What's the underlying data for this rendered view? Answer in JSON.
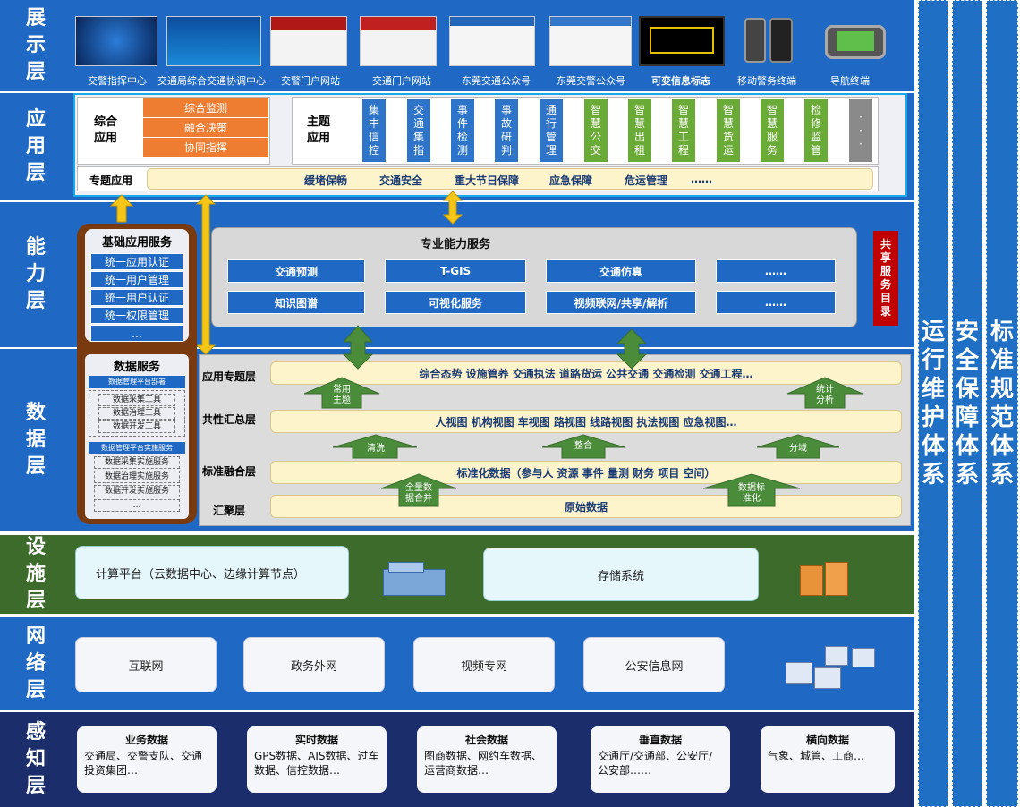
{
  "layers": {
    "display": "展\n示\n层",
    "app": "应\n用\n层",
    "ability": "能\n力\n层",
    "data": "数\n据\n层",
    "facility": "设\n施\n层",
    "network": "网\n络\n层",
    "sense": "感\n知\n层"
  },
  "side_strips": [
    "运\n行\n维\n护\n体\n系",
    "安\n全\n保\n障\n体\n系",
    "标\n准\n规\n范\n体\n系"
  ],
  "display_items": [
    "交警指挥中心",
    "交通局综合交通协调中心",
    "交警门户网站",
    "交通门户网站",
    "东莞交通公众号",
    "东莞交警公众号",
    "可变信息标志",
    "移动警务终端",
    "导航终端"
  ],
  "app_layer": {
    "integrated_title": "综合\n应用",
    "integrated_items": [
      "综合监测",
      "融合决策",
      "协同指挥"
    ],
    "theme_title": "主题\n应用",
    "theme_items": [
      {
        "label": "集\n中\n信\n控",
        "color": "blue"
      },
      {
        "label": "交\n通\n集\n指",
        "color": "blue"
      },
      {
        "label": "事\n件\n检\n测",
        "color": "blue"
      },
      {
        "label": "事\n故\n研\n判",
        "color": "blue"
      },
      {
        "label": "通\n行\n管\n理",
        "color": "blue"
      },
      {
        "label": "智\n慧\n公\n交",
        "color": "green"
      },
      {
        "label": "智\n慧\n出\n租",
        "color": "green"
      },
      {
        "label": "智\n慧\n工\n程",
        "color": "green"
      },
      {
        "label": "智\n慧\n货\n运",
        "color": "green"
      },
      {
        "label": "智\n慧\n服\n务",
        "color": "green"
      },
      {
        "label": "检\n修\n监\n管",
        "color": "green"
      },
      {
        "label": "·\n·\n·",
        "color": "gray"
      }
    ],
    "special_title": "专题应用",
    "special_items": [
      "缓堵保畅",
      "交通安全",
      "重大节日保障",
      "应急保障",
      "危运管理",
      "……"
    ]
  },
  "ability_layer": {
    "basic_title": "基础应用服务",
    "basic_items": [
      "统一应用认证",
      "统一用户管理",
      "统一用户认证",
      "统一权限管理",
      "…"
    ],
    "pro_title": "专业能力服务",
    "pro_items": [
      "交通预测",
      "T-GIS",
      "交通仿真",
      "……",
      "知识图谱",
      "可视化服务",
      "视频联网/共享/解析",
      "……"
    ],
    "shared_catalog": "共\n享\n服\n务\n目\n录"
  },
  "data_layer": {
    "service_title": "数据服务",
    "deploy_title": "数据管理平台部署",
    "deploy_items": [
      "数据采集工具",
      "数据治理工具",
      "数据开发工具"
    ],
    "impl_title": "数据管理平台实施服务",
    "impl_items": [
      "数据采集实施服务",
      "数据治理实施服务",
      "数据开发实施服务",
      "…"
    ],
    "rows": [
      {
        "label": "应用专题层",
        "content": "综合态势  设施管养  交通执法  道路货运  公共交通  交通检测  交通工程…"
      },
      {
        "label": "共性汇总层",
        "content": "人视图  机构视图 车视图  路视图  线路视图  执法视图  应急视图…"
      },
      {
        "label": "标准融合层",
        "content": "标准化数据（参与人  资源  事件  量测  财务  项目  空间）"
      },
      {
        "label": "汇聚层",
        "content": "原始数据"
      }
    ],
    "arrows": [
      "常用\n主题",
      "统计\n分析",
      "清洗",
      "整合",
      "分域",
      "全量数\n据合并",
      "数据标\n准化"
    ]
  },
  "facility_layer": {
    "compute": "计算平台（云数据中心、边缘计算节点）",
    "storage": "存储系统"
  },
  "network_layer": [
    "互联网",
    "政务外网",
    "视频专网",
    "公安信息网"
  ],
  "sense_layer": [
    {
      "title": "业务数据",
      "desc": "交通局、交警支队、交通投资集团…"
    },
    {
      "title": "实时数据",
      "desc": "GPS数据、AIS数据、过车数据、信控数据…"
    },
    {
      "title": "社会数据",
      "desc": "图商数据、网约车数据、运营商数据…"
    },
    {
      "title": "垂直数据",
      "desc": "交通厅/交通部、公安厅/公安部……"
    },
    {
      "title": "横向数据",
      "desc": "气象、城管、工商…"
    }
  ],
  "colors": {
    "layer_blue": "#1f69c4",
    "deep_navy": "#1b2d6b",
    "facility_green": "#3d6b2b",
    "accent_orange": "#ef7d31",
    "shared_red": "#c00000"
  }
}
